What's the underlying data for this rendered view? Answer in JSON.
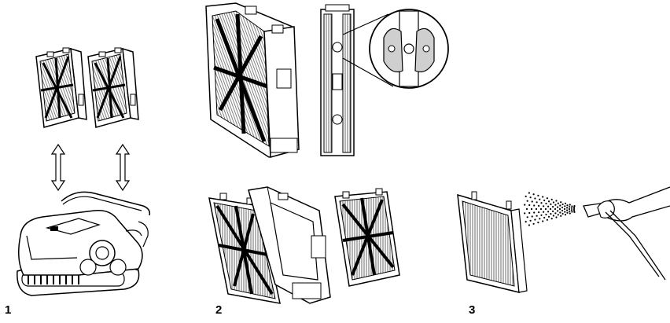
{
  "steps": [
    {
      "number": "1"
    },
    {
      "number": "2"
    },
    {
      "number": "3"
    }
  ],
  "colors": {
    "line": "#000000",
    "fill": "#ffffff",
    "mesh": "#9a9a9a"
  }
}
